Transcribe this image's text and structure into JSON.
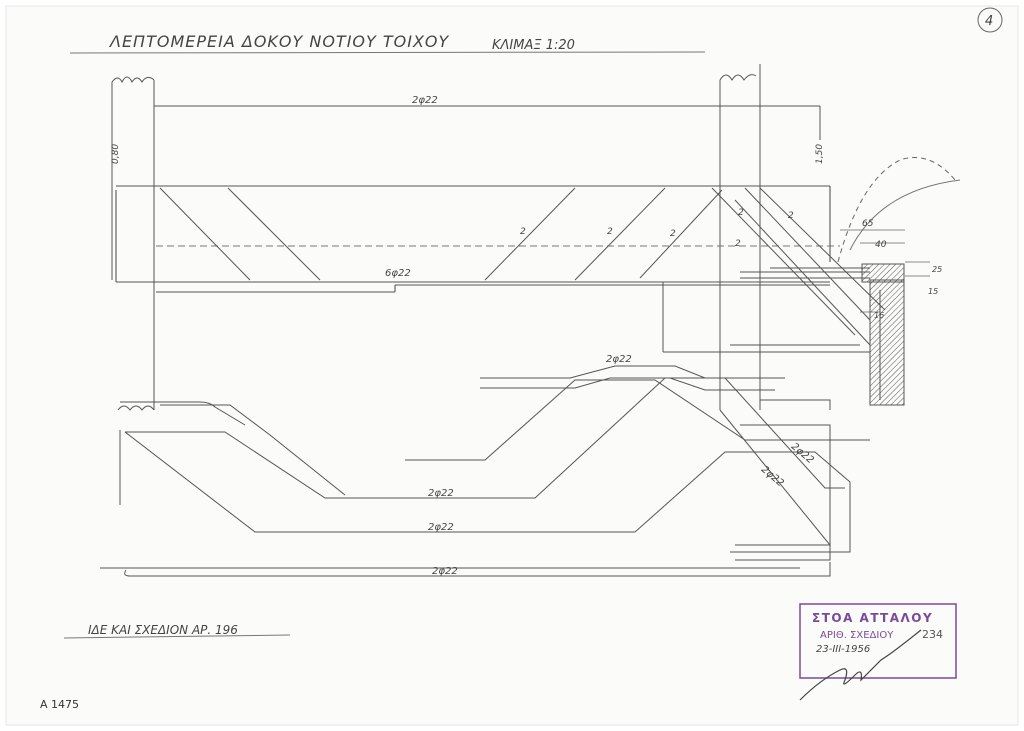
{
  "sheet": {
    "page_number": "4",
    "title": "ΛΕΠΤΟΜΕΡΕΙΑ ΔΟΚΟΥ ΝΟΤΙΟΥ ΤΟΙΧΟΥ",
    "scale": "ΚΛΙΜΑΞ 1:20",
    "reference_note": "ΙΔΕ ΚΑΙ ΣΧΕΔΙΟΝ ΑΡ. 196",
    "archive_number": "A 1475"
  },
  "stamp": {
    "title": "ΣΤΟΑ ΑΤΤΑΛΟΥ",
    "number_label": "ΑΡΙΘ. ΣΧΕΔΙΟΥ",
    "number": "234",
    "date": "23-III-1956",
    "color": "#7a4a9a"
  },
  "labels": {
    "top_bar": "2φ22",
    "bottom_main_bar": "6φ22",
    "stirrup": "2",
    "dim_left": "0,80",
    "dim_right": "1,50",
    "dim_65": "65",
    "dim_40": "40",
    "dim_25": "25",
    "dim_15": "15",
    "dim_16": "16",
    "bent_bar_1": "2φ22",
    "bent_bar_2": "2φ22",
    "bent_bar_3": "2φ22",
    "bent_bar_4": "2φ22",
    "bent_bar_5": "2φ22",
    "bent_bar_6": "2φ22"
  },
  "colors": {
    "pencil": "#555555",
    "light_pencil": "#9a9a9a",
    "paper": "#ffffff"
  }
}
